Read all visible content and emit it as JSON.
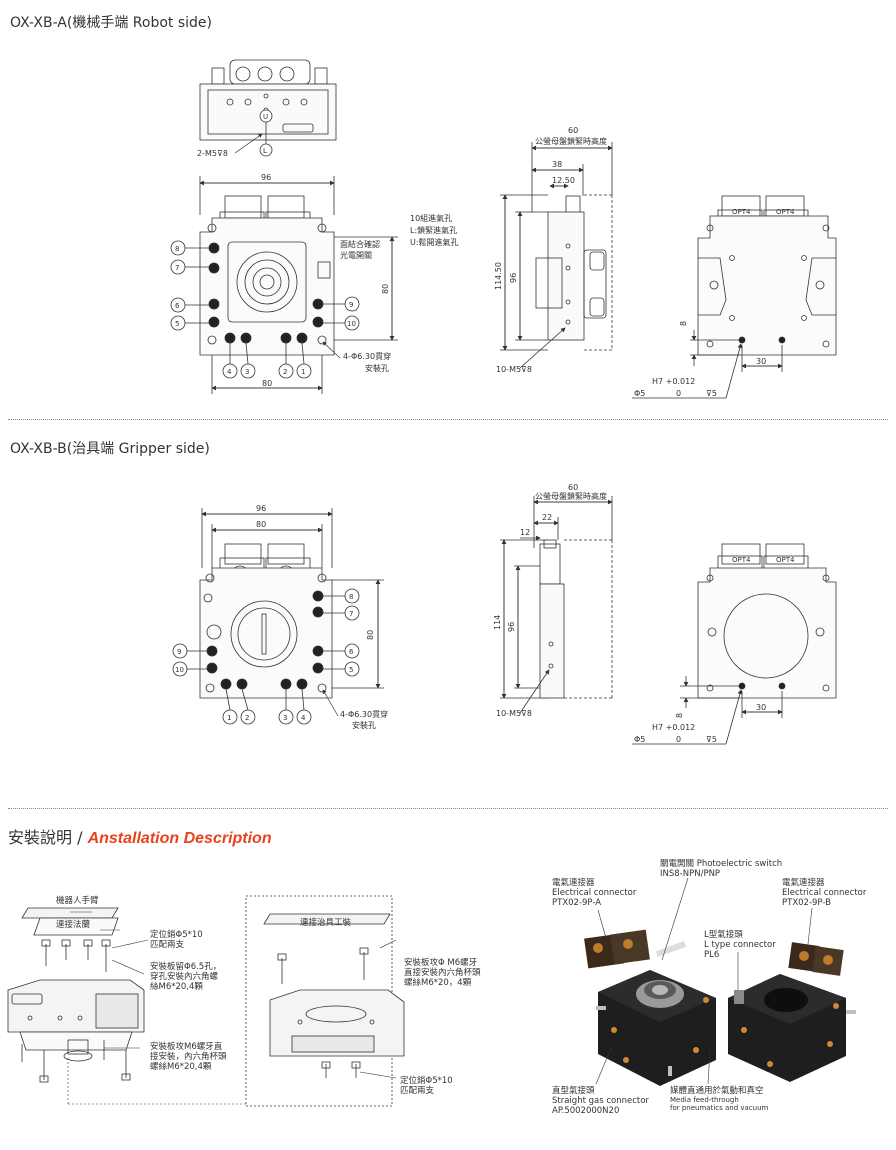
{
  "section_a": {
    "title": "OX-XB-A(機械手端 Robot side)",
    "dims": {
      "top_width": "96",
      "bottom_width": "80",
      "right_height": "80",
      "side_60": "60",
      "side_60_note": "公螢母盤鎖緊時高度",
      "side_38": "38",
      "side_12_50": "12.50",
      "side_114_50": "114.50",
      "side_96": "96",
      "bot_8": "8",
      "bot_30": "30",
      "tol": "H7 +0.012",
      "tol_dia": "Φ5",
      "tol_zero": "0",
      "tol_depth": "⊽5"
    },
    "notes": {
      "m5_top": "2-M5⊽8",
      "m5_side": "10-M5⊽8",
      "holes_title": "10組進氣孔",
      "holes_l": "L:鎖緊進氣孔",
      "holes_u": "U:鬆開進氣孔",
      "sensor_1": "面結合確認",
      "sensor_2": "光電開關",
      "mount_1": "4-Φ6.30貫穿",
      "mount_2": "安裝孔"
    },
    "port_labels": [
      "8",
      "7",
      "6",
      "5",
      "9",
      "10",
      "4",
      "3",
      "2",
      "1"
    ],
    "u_label": "U",
    "l_label": "L"
  },
  "section_b": {
    "title": "OX-XB-B(治具端 Gripper side)",
    "dims": {
      "top_width": "96",
      "inner_width": "80",
      "right_height": "80",
      "side_60": "60",
      "side_60_note": "公螢母盤鎖緊時高度",
      "side_22": "22",
      "side_12": "12",
      "side_114": "114",
      "side_96": "96",
      "bot_8": "8",
      "bot_30": "30",
      "tol": "H7 +0.012",
      "tol_dia": "Φ5",
      "tol_zero": "0",
      "tol_depth": "⊽5"
    },
    "notes": {
      "m5_side": "10-M5⊽8",
      "mount_1": "4-Φ6.30貫穿",
      "mount_2": "安裝孔"
    },
    "port_labels": [
      "8",
      "7",
      "9",
      "10",
      "6",
      "5",
      "1",
      "2",
      "3",
      "4"
    ]
  },
  "install": {
    "title_zh": "安裝說明 / ",
    "title_en": "Anstallation Description",
    "robot_arm": "機器人手臂",
    "flange": "連接法蘭",
    "pin_a_1": "定位銷Φ5*10",
    "pin_a_2": "匹配兩支",
    "plate_a_1": "安裝板留Φ6.5孔，",
    "plate_a_2": "穿孔安裝內六角螺",
    "plate_a_3": "絲M6*20,4顆",
    "plate_a2_1": "安裝板攻M6螺牙直",
    "plate_a2_2": "接安裝，內六角杯頭",
    "plate_a2_3": "螺絲M6*20,4顆",
    "fixture": "連接治具工裝",
    "plate_b_1": "安裝板攻Φ M6螺牙",
    "plate_b_2": "直接安裝內六角杯頭",
    "plate_b_3": "螺絲M6*20，4顆",
    "pin_b_1": "定位銷Φ5*10",
    "pin_b_2": "匹配兩支",
    "photo_switch_zh": "關電開關 Photoelectric switch",
    "photo_switch_model": "INS8-NPN/PNP",
    "elec_a_zh": "電氣連接器",
    "elec_a_en": "Electrical connector",
    "elec_a_model": "PTX02-9P-A",
    "elec_b_zh": "電氣連接器",
    "elec_b_en": "Electrical connector",
    "elec_b_model": "PTX02-9P-B",
    "ltype_zh": "L型氣接頭",
    "ltype_en": "L type connector",
    "ltype_model": "PL6",
    "straight_zh": "直型氣接頭",
    "straight_en": "Straight gas connector",
    "straight_model": "AP.5002000N20",
    "media_zh": "媒體直通用於氣動和真空",
    "media_en1": "Media feed-through",
    "media_en2": "for pneumatics and vacuum"
  }
}
